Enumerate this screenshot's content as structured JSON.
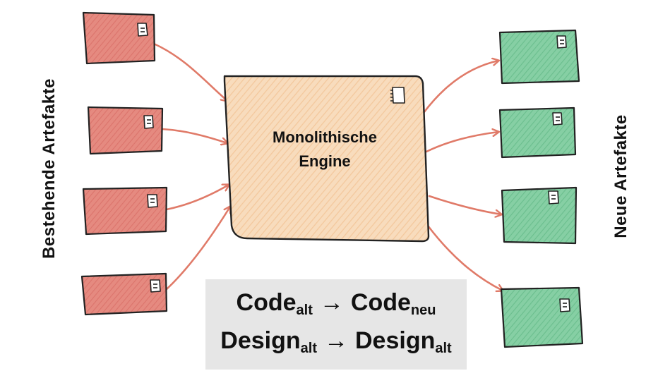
{
  "labels": {
    "existing_artifacts": "Bestehende Artefakte",
    "new_artifacts": "Neue Artefakte"
  },
  "engine": {
    "line1": "Monolithische",
    "line2": "Engine"
  },
  "formula": {
    "line1": {
      "left_base": "Code",
      "left_sub": "alt",
      "arrow": "→",
      "right_base": "Code",
      "right_sub": "neu"
    },
    "line2": {
      "left_base": "Design",
      "left_sub": "alt",
      "arrow": "→",
      "right_base": "Design",
      "right_sub": "alt"
    }
  },
  "colors": {
    "existing_fill": "#e07a72",
    "new_fill": "#6cc08e",
    "engine_fill": "#f6cfa6",
    "arrow": "#e07a68",
    "outline": "#222222",
    "formula_bg": "#e6e6e6"
  },
  "icons": {
    "artifact": "document-icon",
    "engine": "document-stack-icon"
  }
}
